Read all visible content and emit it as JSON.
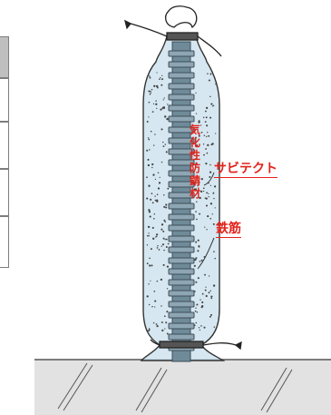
{
  "labels": {
    "sabitekuto": "サビテクト",
    "tekkin": "鉄筋",
    "vapor_inhibitor_chars": [
      "気",
      "化",
      "性",
      "防",
      "錆",
      "材"
    ]
  },
  "table_fragment": {
    "rows": 5
  },
  "colors": {
    "label_red": "#e2231a",
    "bag_fill": "#cfe3ef",
    "rebar": "#6f8a99",
    "ground": "#e2e2e2",
    "table_header": "#bfbfbf"
  },
  "icons": [
    "drawstring-tie-icon",
    "rebar-icon",
    "ground-hatch-icon"
  ]
}
